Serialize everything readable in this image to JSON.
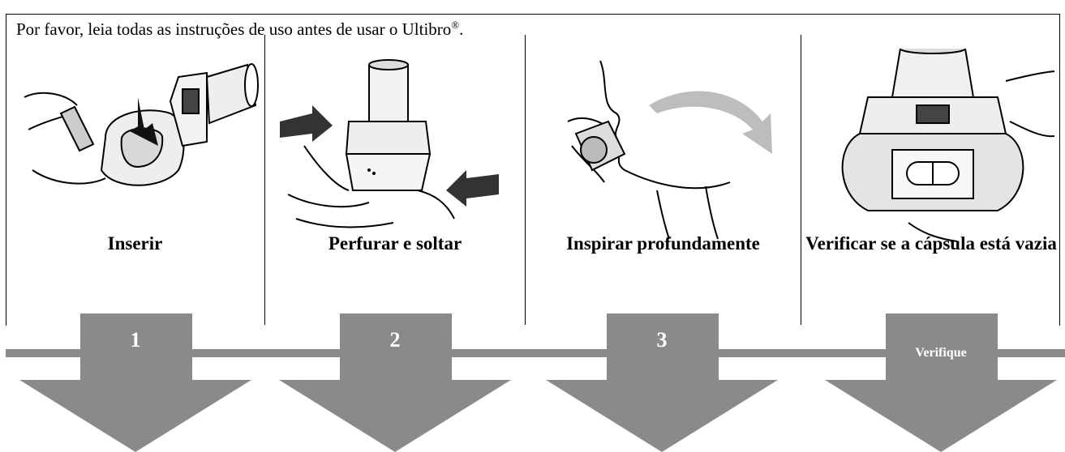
{
  "intro": {
    "text": "Por favor, leia todas as instruções de uso antes de usar o Ultibro",
    "registered": "®",
    "period": "."
  },
  "steps": [
    {
      "label": "Inserir",
      "badge": "1",
      "illustration_icon": "insert-capsule-icon"
    },
    {
      "label": "Perfurar e soltar",
      "badge": "2",
      "illustration_icon": "pierce-release-icon"
    },
    {
      "label": "Inspirar profundamente",
      "badge": "3",
      "illustration_icon": "inhale-icon"
    },
    {
      "label": "Verificar se a cápsula está vazia",
      "badge": "Verifique",
      "illustration_icon": "check-capsule-icon"
    }
  ],
  "colors": {
    "arrow": "#8a8a8a",
    "line": "#000000",
    "text": "#000000"
  }
}
